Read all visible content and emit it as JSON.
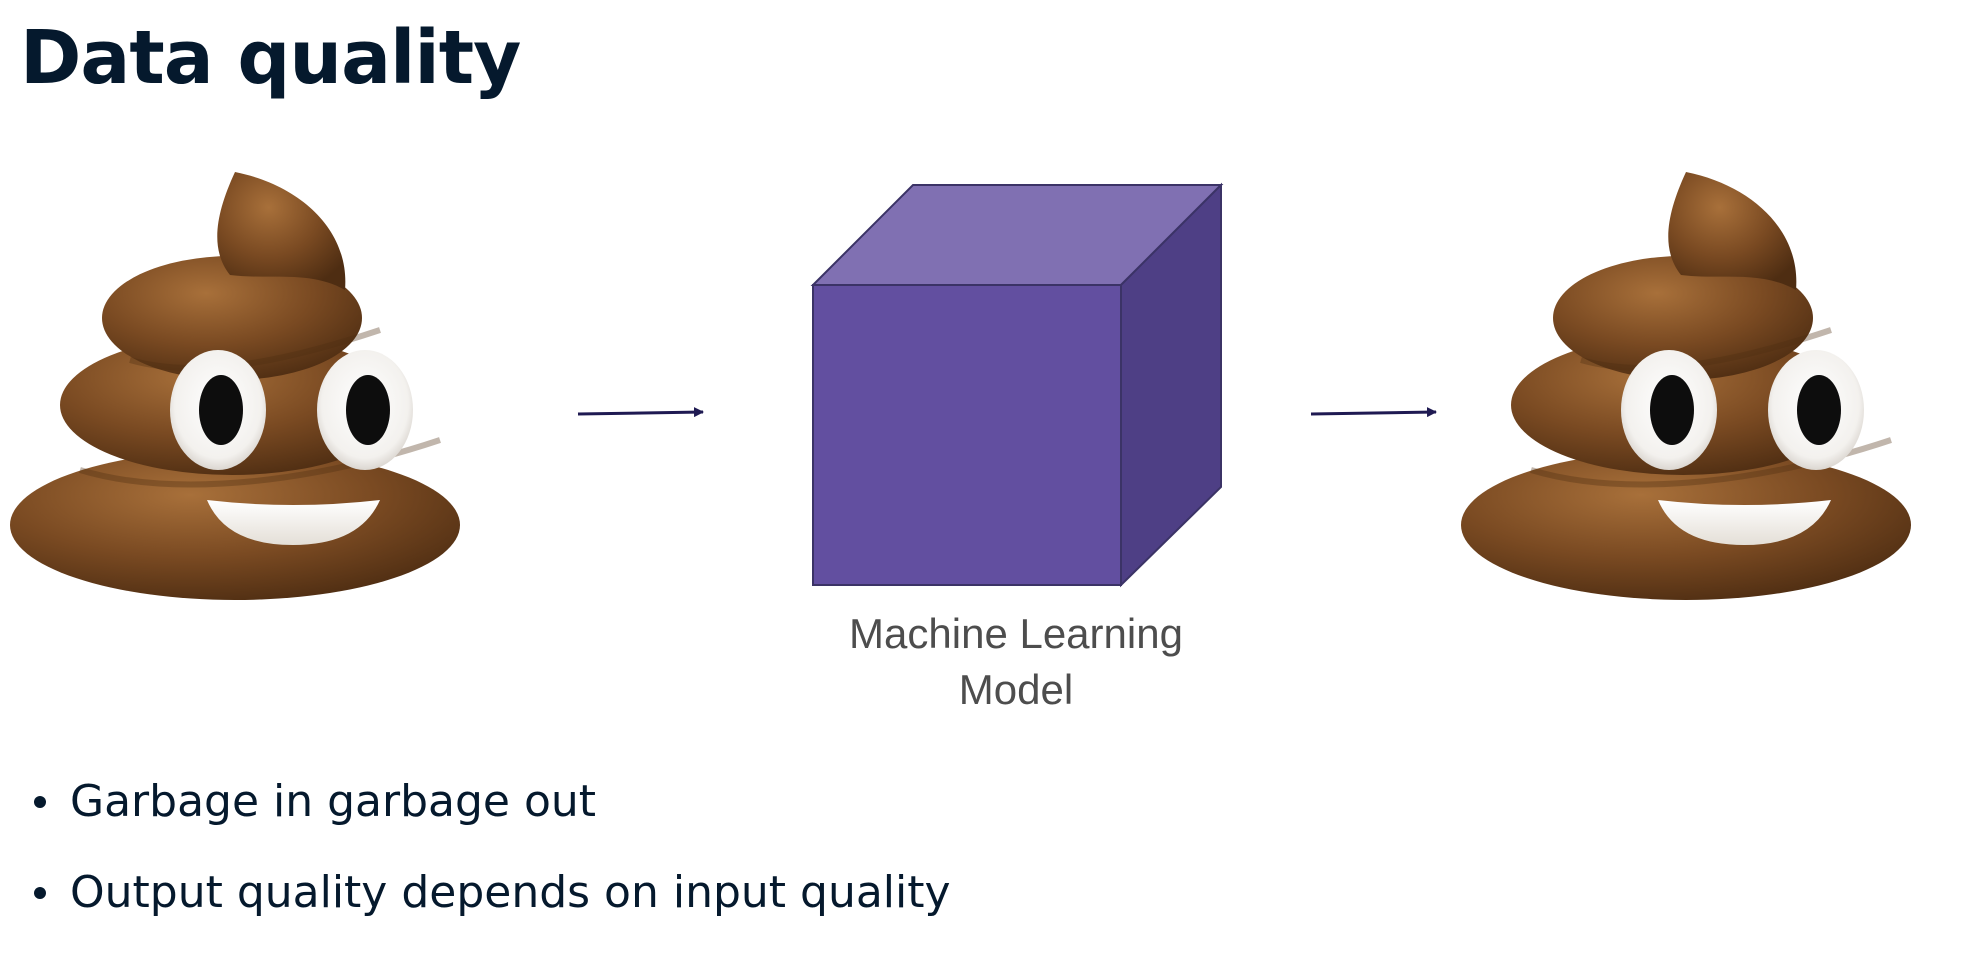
{
  "slide": {
    "title": "Data quality"
  },
  "diagram": {
    "input_icon": "pile-of-poo-emoji",
    "model_icon": "purple-cube",
    "output_icon": "pile-of-poo-emoji",
    "model_label_line1": "Machine Learning",
    "model_label_line2": "Model",
    "colors": {
      "cube_front": "#624fa0",
      "cube_top": "#8070b2",
      "cube_side": "#4e3f85",
      "arrow": "#1f1a52",
      "emoji_brown": "#7a4a22"
    }
  },
  "bullets": [
    "Garbage in garbage out",
    "Output quality depends on input quality"
  ]
}
